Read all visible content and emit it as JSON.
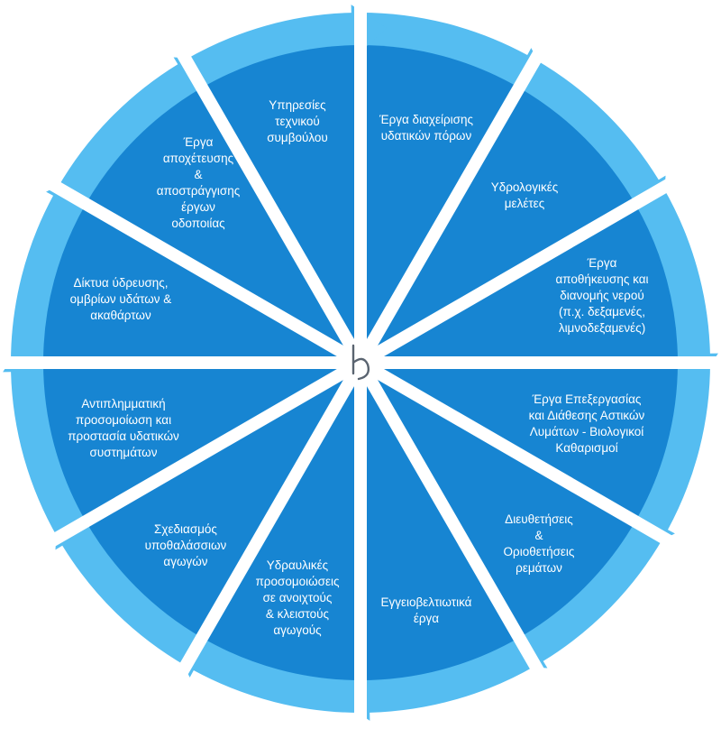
{
  "diagram": {
    "center_logo": "b",
    "colors": {
      "outer_ring": "#55BDF1",
      "sector_fill": "#1785D2",
      "gap": "#ffffff",
      "label_text": "#ffffff",
      "logo_stroke": "#5a6470"
    },
    "segments": [
      {
        "label_lines": [
          "Έργα διαχείρισης",
          "υδατικών πόρων"
        ]
      },
      {
        "label_lines": [
          "Υδρολογικές",
          "μελέτες"
        ]
      },
      {
        "label_lines": [
          "Έργα",
          "αποθήκευσης και",
          "διανομής νερού",
          "(π.χ. δεξαμενές,",
          "λιμνοδεξαμενές)"
        ]
      },
      {
        "label_lines": [
          "Έργα Επεξεργασίας",
          "και Διάθεσης Αστικών",
          "Λυμάτων - Βιολογικοί",
          "Καθαρισμοί"
        ]
      },
      {
        "label_lines": [
          "Διευθετήσεις",
          "&",
          "Οριοθετήσεις",
          "ρεμάτων"
        ]
      },
      {
        "label_lines": [
          "Εγγειοβελτιωτικά",
          "έργα"
        ]
      },
      {
        "label_lines": [
          "Υδραυλικές",
          "προσομοιώσεις",
          "σε ανοιχτούς",
          "& κλειστούς",
          "αγωγούς"
        ]
      },
      {
        "label_lines": [
          "Σχεδιασμός",
          "υποθαλάσσιων",
          "αγωγών"
        ]
      },
      {
        "label_lines": [
          "Αντιπλημματική",
          "προσομοίωση και",
          "προστασία υδατικών",
          "συστημάτων"
        ]
      },
      {
        "label_lines": [
          "Δίκτυα ύδρευσης,",
          "ομβρίων υδάτων &",
          "ακαθάρτων"
        ]
      },
      {
        "label_lines": [
          "Έργα",
          "αποχέτευσης",
          "&",
          "αποστράγγισης",
          "έργων",
          "οδοποιίας"
        ]
      },
      {
        "label_lines": [
          "Υπηρεσίες",
          "τεχνικού",
          "συμβούλου"
        ]
      }
    ]
  }
}
